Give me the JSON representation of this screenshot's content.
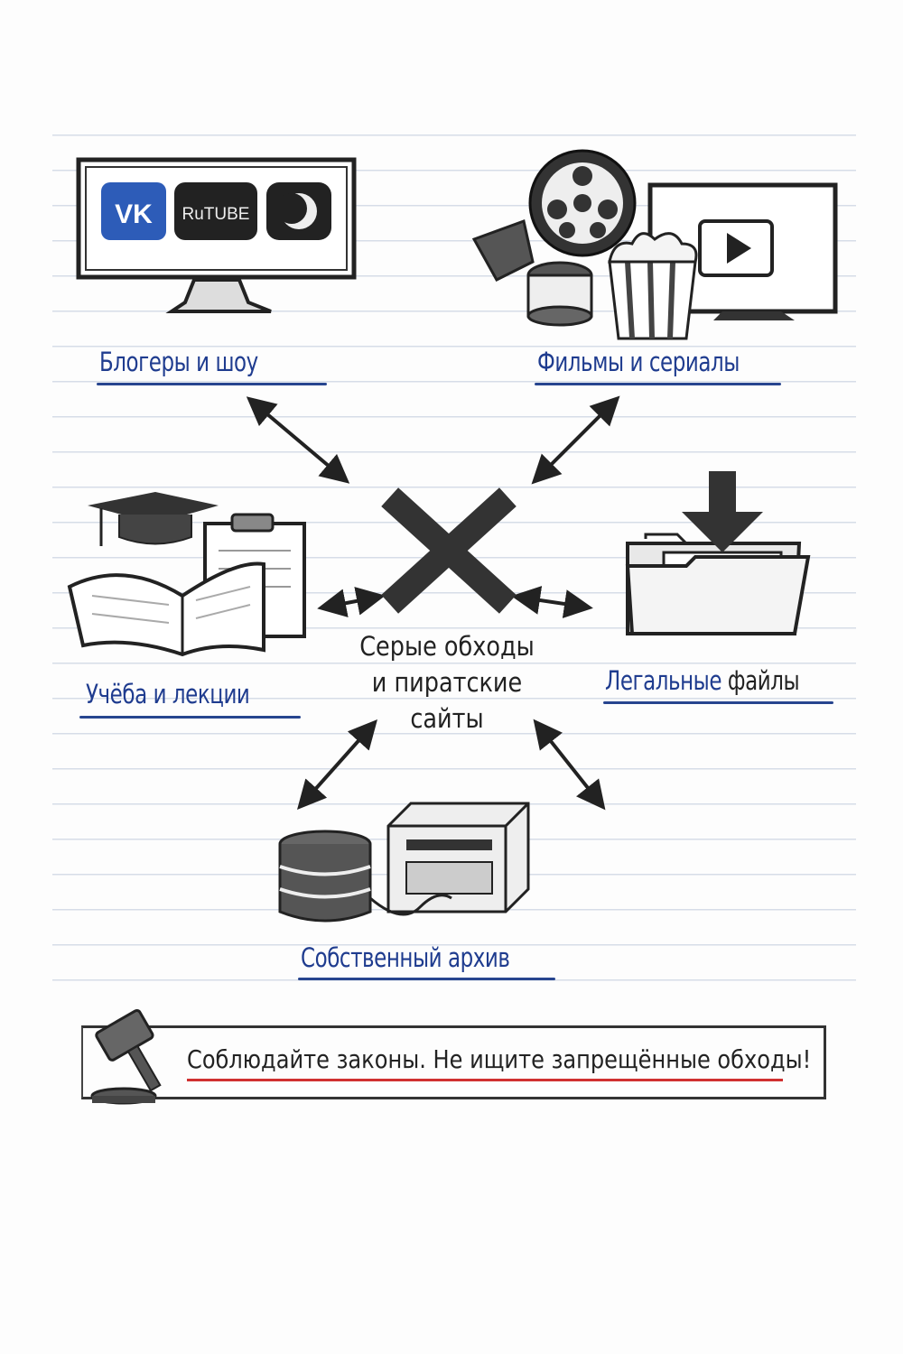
{
  "labels": {
    "bloggers": "Блогеры и шоу",
    "movies": "Фильмы и сериалы",
    "study": "Учёба и лекции",
    "legal_a": "Легальные",
    "legal_b": "файлы",
    "archive": "Собственный архив"
  },
  "center": {
    "line1": "Серые обходы",
    "line2": "и пиратские сайты"
  },
  "monitor_logos": [
    "VK",
    "RuTUBE",
    "moon-logo"
  ],
  "banner": {
    "text": "Соблюдайте законы. Не ищите запрещённые обходы!"
  },
  "colors": {
    "label_blue": "#1f3c8f",
    "vk_blue": "#2d5cb8",
    "warning_red": "#d03030"
  }
}
